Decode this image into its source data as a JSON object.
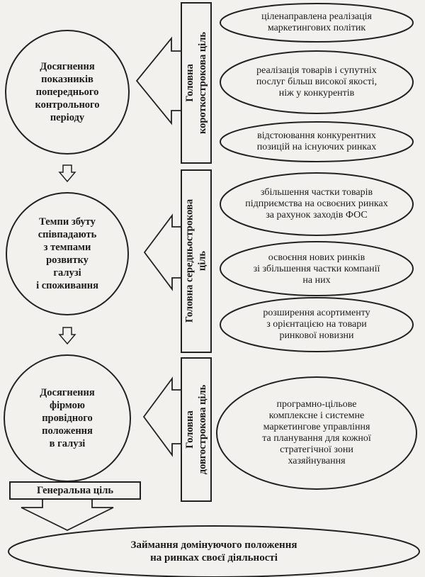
{
  "circles": [
    {
      "text": "Досягнення\nпоказників\nпопереднього\nконтрольного\nперіоду"
    },
    {
      "text": "Темпи збуту\nспівпадають\nз темпами\nрозвитку\nгалузі\nі споживання"
    },
    {
      "text": "Досягнення\nфірмою\nпровідного\nположення\nв галузі"
    }
  ],
  "banners": [
    {
      "text": "Головна\nкороткострокова ціль"
    },
    {
      "text": "Головна середньострокова\nціль"
    },
    {
      "text": "Головна\nдовгострокова ціль"
    }
  ],
  "ovals": [
    {
      "text": "цiленаправлена реалiзацiя\nмаркетингових полiтик"
    },
    {
      "text": "реалiзацiя товарiв i супутнiх\nпослуг бiльш високої якостi,\nнiж у конкурентiв"
    },
    {
      "text": "вiдстоювання конкурентних\nпозицiй на iснуючих ринках"
    },
    {
      "text": "збiльшення частки товарiв\nпiдприємства на освоєних ринках\nза рахунок заходiв ФОС"
    },
    {
      "text": "освоєння нових ринкiв\nзi збiльшення частки компанiї\nна них"
    },
    {
      "text": "розширення асортименту\nз орiєнтацiєю на товари\nринкової новизни"
    },
    {
      "text": "програмно-цiльове\nкомплексне i системне\nмаркетингове управлiння\nта планування для кожної\nстратегiчної зони\nхазяйнування"
    }
  ],
  "general_goal": "Генеральна ціль",
  "final_goal": "Займання домінуючого положення\nна ринках своєї діяльності"
}
